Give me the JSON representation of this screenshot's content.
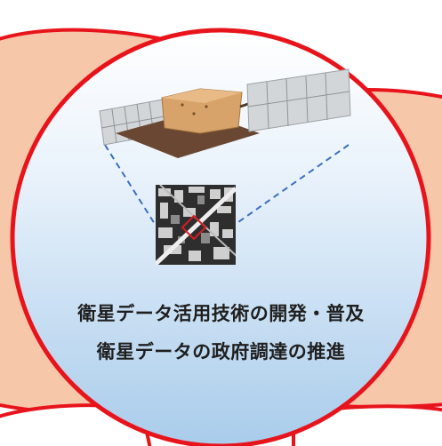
{
  "captions": {
    "line1": "衛星データ活用技術の開発・普及",
    "line2": "衛星データの政府調達の推進"
  },
  "colors": {
    "background_blob_fill": "#f7c7a9",
    "outline_red": "#e8141b",
    "circle_gradient_top": "#ffffff",
    "circle_gradient_bottom": "#a9cceb",
    "solar_panel": "#c5c8cb",
    "satellite_body": "#d7a36a",
    "satellite_deck": "#6a4733",
    "dashed_line": "#3c6ebf"
  },
  "icons": {
    "satellite": "satellite-icon",
    "satellite_image": "satellite-image-thumbnail"
  }
}
